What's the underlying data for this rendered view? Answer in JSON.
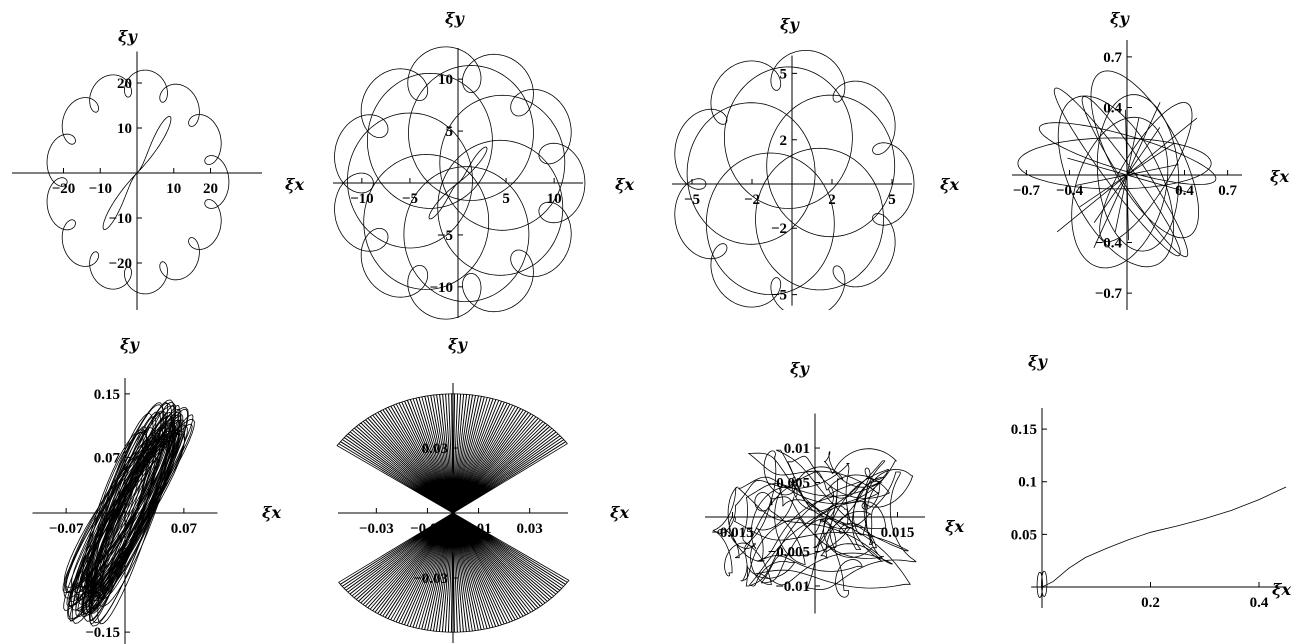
{
  "chart_data": [
    {
      "id": "p1",
      "type": "line",
      "xlabel": "ξx",
      "ylabel": "ξy",
      "xticks": [
        {
          "v": -20,
          "label": "−20"
        },
        {
          "v": -10,
          "label": "−10"
        },
        {
          "v": 10,
          "label": "10"
        },
        {
          "v": 20,
          "label": "20"
        }
      ],
      "yticks": [
        {
          "v": 20,
          "label": "20"
        },
        {
          "v": 10,
          "label": "10"
        },
        {
          "v": -10,
          "label": "−10"
        },
        {
          "v": -20,
          "label": "−20"
        }
      ],
      "xlim": [
        -34,
        34
      ],
      "ylim": [
        -33,
        27
      ],
      "series": [
        {
          "shape": "cycloid-cloud",
          "R": 22,
          "r": 3,
          "loops": 14,
          "center": [
            0,
            -2
          ]
        },
        {
          "shape": "petal",
          "scale": 17,
          "count": 2,
          "angle": 40
        }
      ]
    },
    {
      "id": "p2",
      "type": "line",
      "xlabel": "ξx",
      "ylabel": "ξy",
      "xticks": [
        {
          "v": -10,
          "label": "−10"
        },
        {
          "v": -5,
          "label": "−5"
        },
        {
          "v": 5,
          "label": "5"
        },
        {
          "v": 10,
          "label": "10"
        }
      ],
      "yticks": [
        {
          "v": 10,
          "label": "10"
        },
        {
          "v": 5,
          "label": "5"
        },
        {
          "v": -5,
          "label": "−5"
        },
        {
          "v": -10,
          "label": "−10"
        }
      ],
      "xlim": [
        -13,
        13
      ],
      "ylim": [
        -13,
        13
      ],
      "series": [
        {
          "shape": "circles",
          "radius": 6.5,
          "count": 7,
          "offset": 5
        },
        {
          "shape": "cycloid-cloud",
          "R": 11,
          "r": 2.2,
          "loops": 12,
          "center": [
            0,
            0
          ]
        },
        {
          "shape": "petal",
          "scale": 5,
          "count": 2,
          "angle": 35
        }
      ]
    },
    {
      "id": "p3",
      "type": "line",
      "xlabel": "ξx",
      "ylabel": "ξy",
      "xticks": [
        {
          "v": -5,
          "label": "−5"
        },
        {
          "v": -2,
          "label": "−2"
        },
        {
          "v": 2,
          "label": "2"
        },
        {
          "v": 5,
          "label": "5"
        }
      ],
      "yticks": [
        {
          "v": 5,
          "label": "5"
        },
        {
          "v": 2,
          "label": "2"
        },
        {
          "v": -2,
          "label": "−2"
        },
        {
          "v": -5,
          "label": "−5"
        }
      ],
      "xlim": [
        -6,
        6
      ],
      "ylim": [
        -5.5,
        5.8
      ],
      "series": [
        {
          "shape": "circles",
          "radius": 3.2,
          "count": 5,
          "offset": 2.1
        },
        {
          "shape": "cycloid-cloud",
          "R": 5.2,
          "r": 0.9,
          "loops": 10,
          "center": [
            0,
            0
          ]
        }
      ]
    },
    {
      "id": "p4",
      "type": "line",
      "xlabel": "ξx",
      "ylabel": "ξy",
      "xticks": [
        {
          "v": -0.7,
          "label": "−0.7"
        },
        {
          "v": -0.4,
          "label": "−0.4"
        },
        {
          "v": 0.4,
          "label": "0.4"
        },
        {
          "v": 0.7,
          "label": "0.7"
        }
      ],
      "yticks": [
        {
          "v": 0.7,
          "label": "0.7"
        },
        {
          "v": 0.4,
          "label": "0.4"
        },
        {
          "v": -0.4,
          "label": "−0.4"
        },
        {
          "v": -0.7,
          "label": "−0.7"
        }
      ],
      "xlim": [
        -0.8,
        0.8
      ],
      "ylim": [
        -0.8,
        0.8
      ],
      "series": [
        {
          "shape": "chaotic-loops",
          "amp": 0.7,
          "count": 9
        }
      ]
    },
    {
      "id": "p5",
      "type": "line",
      "xlabel": "ξx",
      "ylabel": "ξy",
      "xticks": [
        {
          "v": -0.07,
          "label": "−0.07"
        },
        {
          "v": 0.07,
          "label": "0.07"
        }
      ],
      "yticks": [
        {
          "v": 0.15,
          "label": "0.15"
        },
        {
          "v": 0.07,
          "label": "0.07"
        },
        {
          "v": -0.15,
          "label": "−0.15"
        }
      ],
      "xlim": [
        -0.11,
        0.11
      ],
      "ylim": [
        -0.17,
        0.17
      ],
      "series": [
        {
          "shape": "tilted-band",
          "amp": 0.15,
          "count": 60
        }
      ]
    },
    {
      "id": "p6",
      "type": "line",
      "xlabel": "ξx",
      "ylabel": "ξy",
      "xticks": [
        {
          "v": -0.03,
          "label": "−0.03"
        },
        {
          "v": -0.01,
          "label": "−0.01"
        },
        {
          "v": 0.01,
          "label": "0.01"
        },
        {
          "v": 0.03,
          "label": "0.03"
        }
      ],
      "yticks": [
        {
          "v": 0.03,
          "label": "0.03"
        },
        {
          "v": -0.03,
          "label": "−0.03"
        }
      ],
      "xlim": [
        -0.045,
        0.045
      ],
      "ylim": [
        -0.06,
        0.06
      ],
      "series": [
        {
          "shape": "bowtie",
          "amp": 0.055,
          "count": 90
        }
      ]
    },
    {
      "id": "p7",
      "type": "line",
      "xlabel": "ξx",
      "ylabel": "ξy",
      "xticks": [
        {
          "v": -0.015,
          "label": "−0.015"
        },
        {
          "v": 0.015,
          "label": "0.015"
        }
      ],
      "yticks": [
        {
          "v": 0.01,
          "label": "0.01"
        },
        {
          "v": 0.005,
          "label": "0.005"
        },
        {
          "v": -0.005,
          "label": "−0.005"
        },
        {
          "v": -0.01,
          "label": "−0.01"
        }
      ],
      "xlim": [
        -0.02,
        0.02
      ],
      "ylim": [
        -0.014,
        0.015
      ],
      "series": [
        {
          "shape": "random-loops",
          "spread": [
            0.017,
            0.011
          ],
          "count": 70
        }
      ]
    },
    {
      "id": "p8",
      "type": "line",
      "xlabel": "ξx",
      "ylabel": "ξy",
      "xticks": [
        {
          "v": 0.2,
          "label": "0.2"
        },
        {
          "v": 0.4,
          "label": "0.4"
        }
      ],
      "yticks": [
        {
          "v": 0.15,
          "label": "0.15"
        },
        {
          "v": 0.1,
          "label": "0.1"
        },
        {
          "v": 0.05,
          "label": "0.05"
        }
      ],
      "xlim": [
        -0.02,
        0.45
      ],
      "ylim": [
        -0.02,
        0.17
      ],
      "series": [
        {
          "shape": "start-loops-then-rise",
          "x": [
            0.0,
            0.02,
            0.05,
            0.08,
            0.12,
            0.16,
            0.2,
            0.25,
            0.3,
            0.35,
            0.4,
            0.45
          ],
          "y": [
            0.0,
            0.005,
            0.018,
            0.028,
            0.037,
            0.045,
            0.052,
            0.058,
            0.065,
            0.073,
            0.083,
            0.095
          ]
        }
      ]
    }
  ]
}
